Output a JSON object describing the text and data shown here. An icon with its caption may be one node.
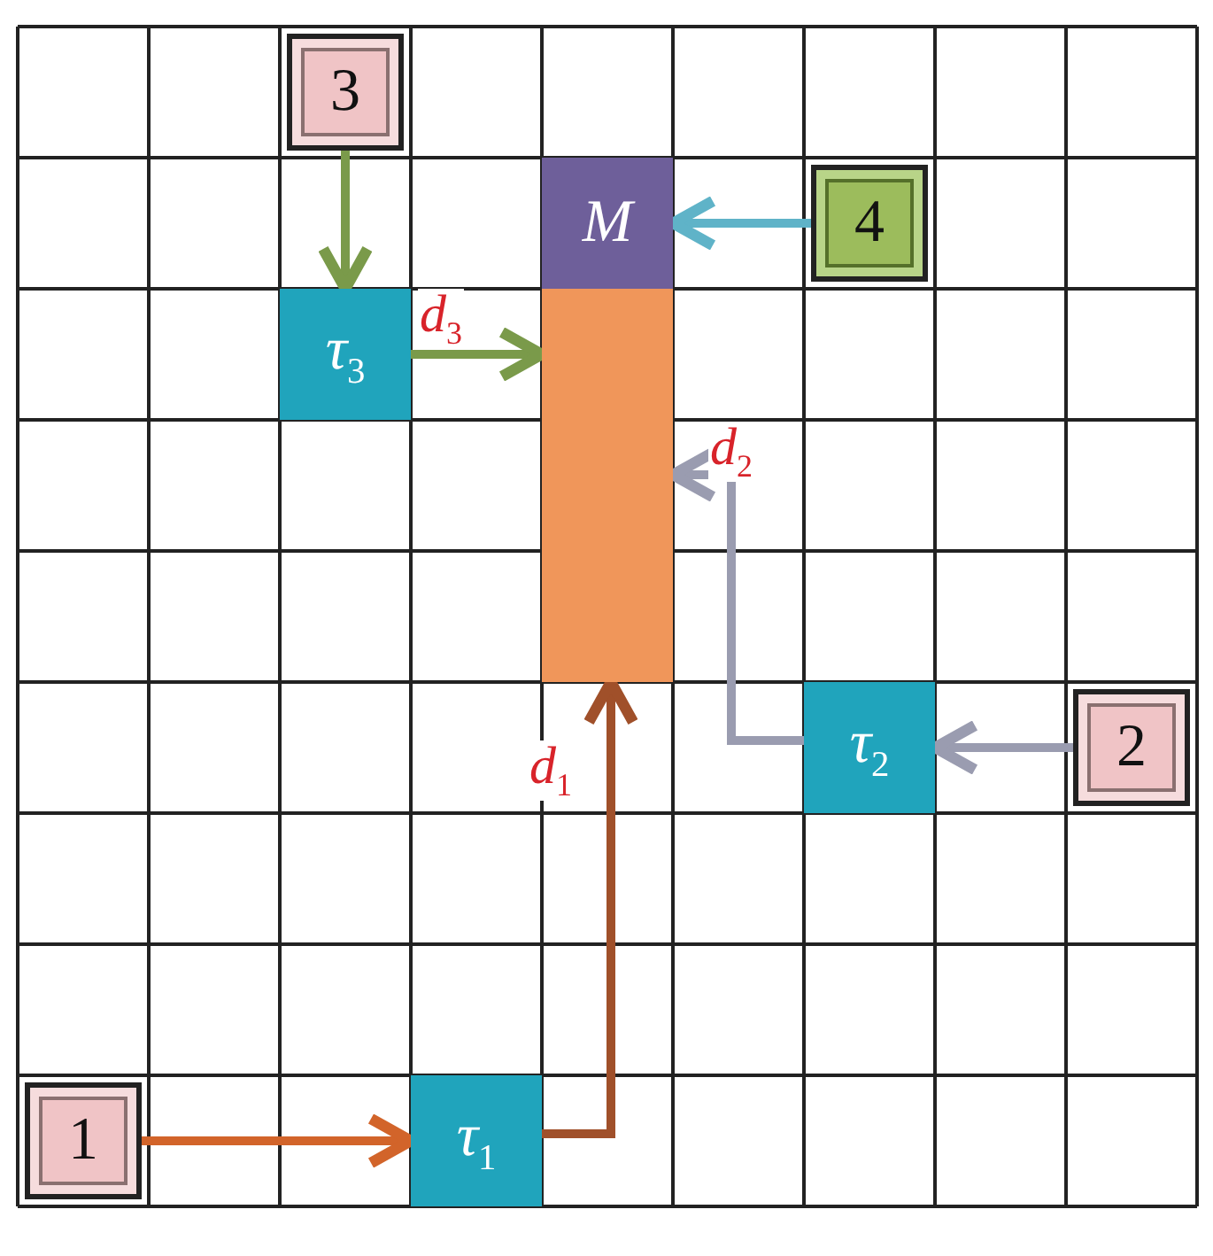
{
  "diagram": {
    "nodes": [
      {
        "text": [
          "3"
        ]
      },
      {
        "text": [
          "M"
        ]
      },
      {
        "text": [
          "4"
        ]
      },
      {
        "text": [
          "τ$_{3}$"
        ]
      },
      {
        "text": [],
        "shape": "box"
      },
      {
        "text": [
          "τ$_{2}$"
        ]
      },
      {
        "text": [
          "2"
        ]
      },
      {
        "text": [
          "1"
        ]
      },
      {
        "text": [
          "τ$_{1}$"
        ]
      }
    ],
    "edges": [
      {
        "from": 0,
        "to": 3,
        "arrow": "to",
        "color": "#7a9a4a"
      },
      {
        "from": 2,
        "to": 1,
        "arrow": "to",
        "color": "#5fb3c8"
      },
      {
        "from": 3,
        "to": 4,
        "arrow": "to",
        "label": "d$_{3}$",
        "color": "#7a9a4a"
      },
      {
        "from": 6,
        "to": 5,
        "arrow": "to",
        "color": "#9a9cb0"
      },
      {
        "from": 5,
        "to": 4,
        "arrow": "to",
        "label": "d$_{2}$",
        "color": "#9a9cb0"
      },
      {
        "from": 7,
        "to": 8,
        "arrow": "to",
        "color": "#d2642a"
      },
      {
        "from": 8,
        "to": 4,
        "arrow": "to",
        "label": "d$_{1}$",
        "color": "#a0502a"
      }
    ]
  }
}
